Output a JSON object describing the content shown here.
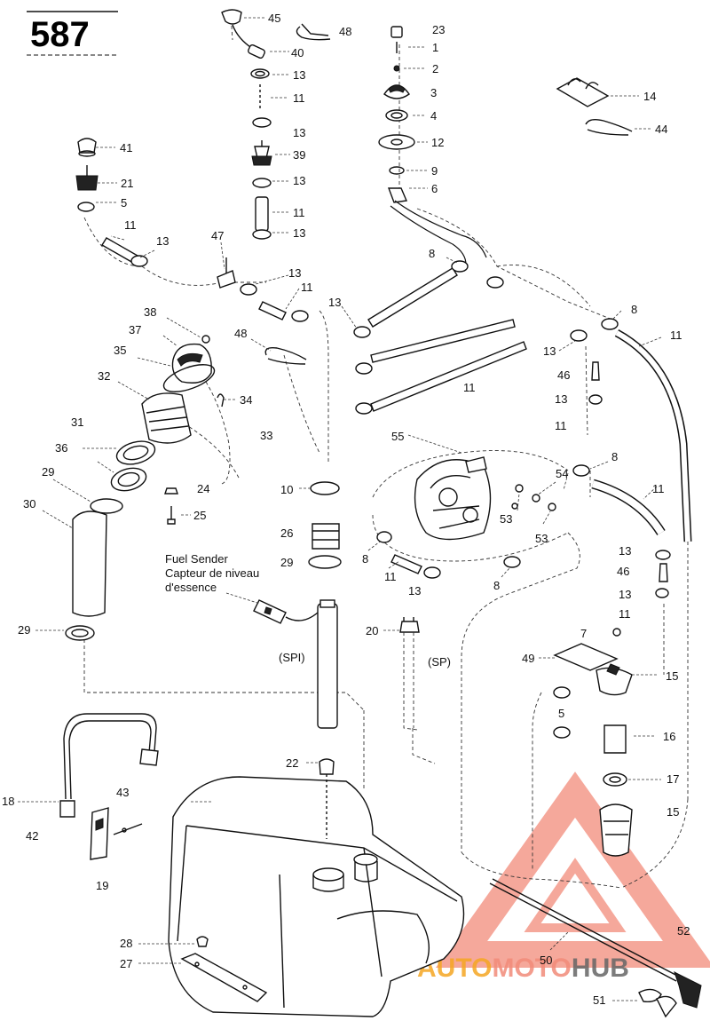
{
  "page_number": "587",
  "watermark": {
    "text": "AUTOMOTOHUB",
    "accent": "#f28b7a",
    "gray": "#555555"
  },
  "fuel_sender": {
    "en": "Fuel Sender",
    "fr": "Capteur de niveau",
    "fr2": "d'essence"
  },
  "variants": {
    "spi": "(SPI)",
    "sp": "(SP)"
  },
  "labels": [
    {
      "id": "45",
      "text": "45"
    },
    {
      "id": "48a",
      "text": "48"
    },
    {
      "id": "40",
      "text": "40"
    },
    {
      "id": "13a",
      "text": "13"
    },
    {
      "id": "11a",
      "text": "11"
    },
    {
      "id": "13b",
      "text": "13"
    },
    {
      "id": "39",
      "text": "39"
    },
    {
      "id": "13c",
      "text": "13"
    },
    {
      "id": "11b",
      "text": "11"
    },
    {
      "id": "13d",
      "text": "13"
    },
    {
      "id": "23",
      "text": "23"
    },
    {
      "id": "1",
      "text": "1"
    },
    {
      "id": "2",
      "text": "2"
    },
    {
      "id": "3",
      "text": "3"
    },
    {
      "id": "4",
      "text": "4"
    },
    {
      "id": "12",
      "text": "12"
    },
    {
      "id": "9",
      "text": "9"
    },
    {
      "id": "6",
      "text": "6"
    },
    {
      "id": "14",
      "text": "14"
    },
    {
      "id": "44",
      "text": "44"
    },
    {
      "id": "41",
      "text": "41"
    },
    {
      "id": "21",
      "text": "21"
    },
    {
      "id": "5a",
      "text": "5"
    },
    {
      "id": "11c",
      "text": "11"
    },
    {
      "id": "13e",
      "text": "13"
    },
    {
      "id": "47",
      "text": "47"
    },
    {
      "id": "8a",
      "text": "8"
    },
    {
      "id": "13f",
      "text": "13"
    },
    {
      "id": "11d",
      "text": "11"
    },
    {
      "id": "13g",
      "text": "13"
    },
    {
      "id": "8b",
      "text": "8"
    },
    {
      "id": "11e",
      "text": "11"
    },
    {
      "id": "38",
      "text": "38"
    },
    {
      "id": "37",
      "text": "37"
    },
    {
      "id": "48b",
      "text": "48"
    },
    {
      "id": "35",
      "text": "35"
    },
    {
      "id": "13h",
      "text": "13"
    },
    {
      "id": "46a",
      "text": "46"
    },
    {
      "id": "32",
      "text": "32"
    },
    {
      "id": "34",
      "text": "34"
    },
    {
      "id": "11f",
      "text": "11"
    },
    {
      "id": "13i",
      "text": "13"
    },
    {
      "id": "11g",
      "text": "11"
    },
    {
      "id": "31",
      "text": "31"
    },
    {
      "id": "33",
      "text": "33"
    },
    {
      "id": "55",
      "text": "55"
    },
    {
      "id": "8c",
      "text": "8"
    },
    {
      "id": "36",
      "text": "36"
    },
    {
      "id": "54",
      "text": "54"
    },
    {
      "id": "29a",
      "text": "29"
    },
    {
      "id": "10",
      "text": "10"
    },
    {
      "id": "24",
      "text": "24"
    },
    {
      "id": "11h",
      "text": "11"
    },
    {
      "id": "30",
      "text": "30"
    },
    {
      "id": "53a",
      "text": "53"
    },
    {
      "id": "25",
      "text": "25"
    },
    {
      "id": "53b",
      "text": "53"
    },
    {
      "id": "26",
      "text": "26"
    },
    {
      "id": "29b",
      "text": "29"
    },
    {
      "id": "8d",
      "text": "8"
    },
    {
      "id": "11i",
      "text": "11"
    },
    {
      "id": "13j",
      "text": "13"
    },
    {
      "id": "8e",
      "text": "8"
    },
    {
      "id": "13k",
      "text": "13"
    },
    {
      "id": "46b",
      "text": "46"
    },
    {
      "id": "13l",
      "text": "13"
    },
    {
      "id": "11j",
      "text": "11"
    },
    {
      "id": "29c",
      "text": "29"
    },
    {
      "id": "20",
      "text": "20"
    },
    {
      "id": "7",
      "text": "7"
    },
    {
      "id": "49",
      "text": "49"
    },
    {
      "id": "15a",
      "text": "15"
    },
    {
      "id": "5b",
      "text": "5"
    },
    {
      "id": "16",
      "text": "16"
    },
    {
      "id": "22",
      "text": "22"
    },
    {
      "id": "17",
      "text": "17"
    },
    {
      "id": "18",
      "text": "18"
    },
    {
      "id": "43",
      "text": "43"
    },
    {
      "id": "15b",
      "text": "15"
    },
    {
      "id": "42",
      "text": "42"
    },
    {
      "id": "19",
      "text": "19"
    },
    {
      "id": "52",
      "text": "52"
    },
    {
      "id": "28",
      "text": "28"
    },
    {
      "id": "27",
      "text": "27"
    },
    {
      "id": "50",
      "text": "50"
    },
    {
      "id": "51",
      "text": "51"
    }
  ]
}
